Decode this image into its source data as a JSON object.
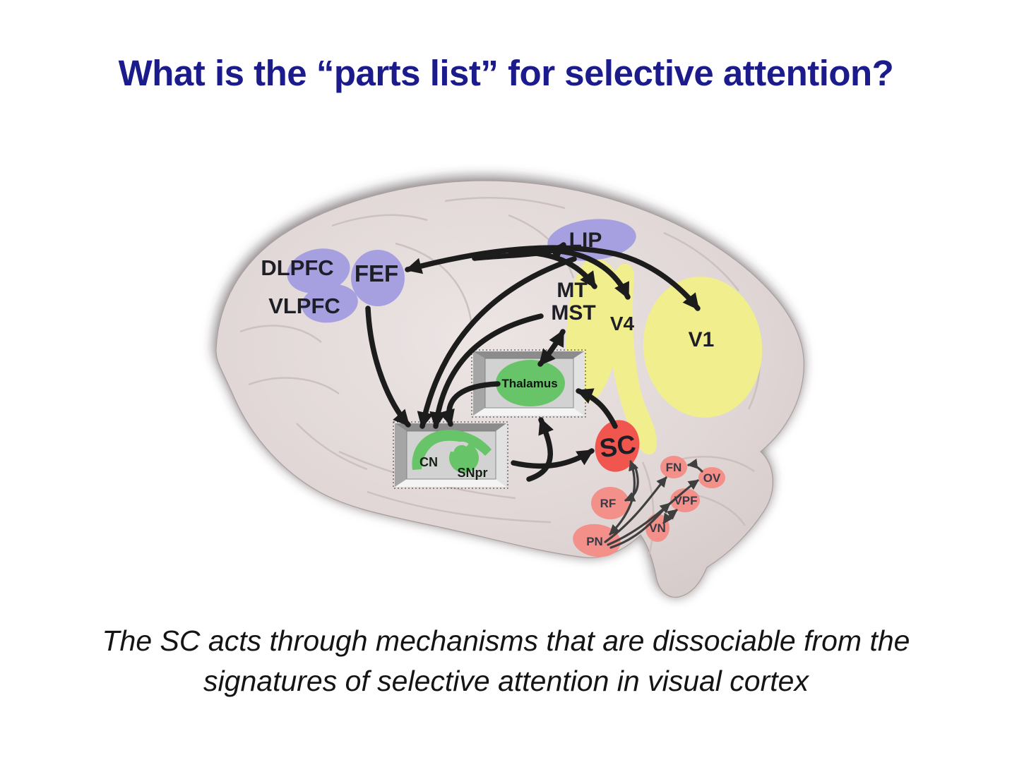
{
  "title": "What is the “parts list” for selective attention?",
  "caption": {
    "line1": "The SC acts through mechanisms that are dissociable from the",
    "line2": "signatures of selective attention in visual cortex"
  },
  "diagram": {
    "cortical_regions": {
      "dlpfc": "DLPFC",
      "vlpfc": "VLPFC",
      "fef": "FEF",
      "lip": "LIP",
      "mt": "MT",
      "mst": "MST",
      "v4": "V4",
      "v1": "V1"
    },
    "subcortical": {
      "thalamus": "Thalamus",
      "cn": "CN",
      "snpr": "SNpr",
      "sc": "SC"
    },
    "brainstem_cerebellum": {
      "fn": "FN",
      "ov": "OV",
      "rf": "RF",
      "vpf": "VPF",
      "vn": "VN",
      "pn": "PN"
    }
  },
  "colors": {
    "title_blue": "#1b1b8c",
    "brain_fill": "#ded5d4",
    "sulcus": "#c9bdbc",
    "purple_region": "#a7a0e0",
    "yellow_region": "#f1ee8e",
    "green_region": "#68c468",
    "sc_red": "#f1564e",
    "nucleus_pink": "#f29089",
    "arrow_black": "#1c1c1c",
    "thin_arrow_gray": "#3f3f3f",
    "region_label": "#1e1e26",
    "nucleus_label": "#3a3a46",
    "caption_black": "#141414",
    "box_panel_gray": "#d2d2d2"
  }
}
